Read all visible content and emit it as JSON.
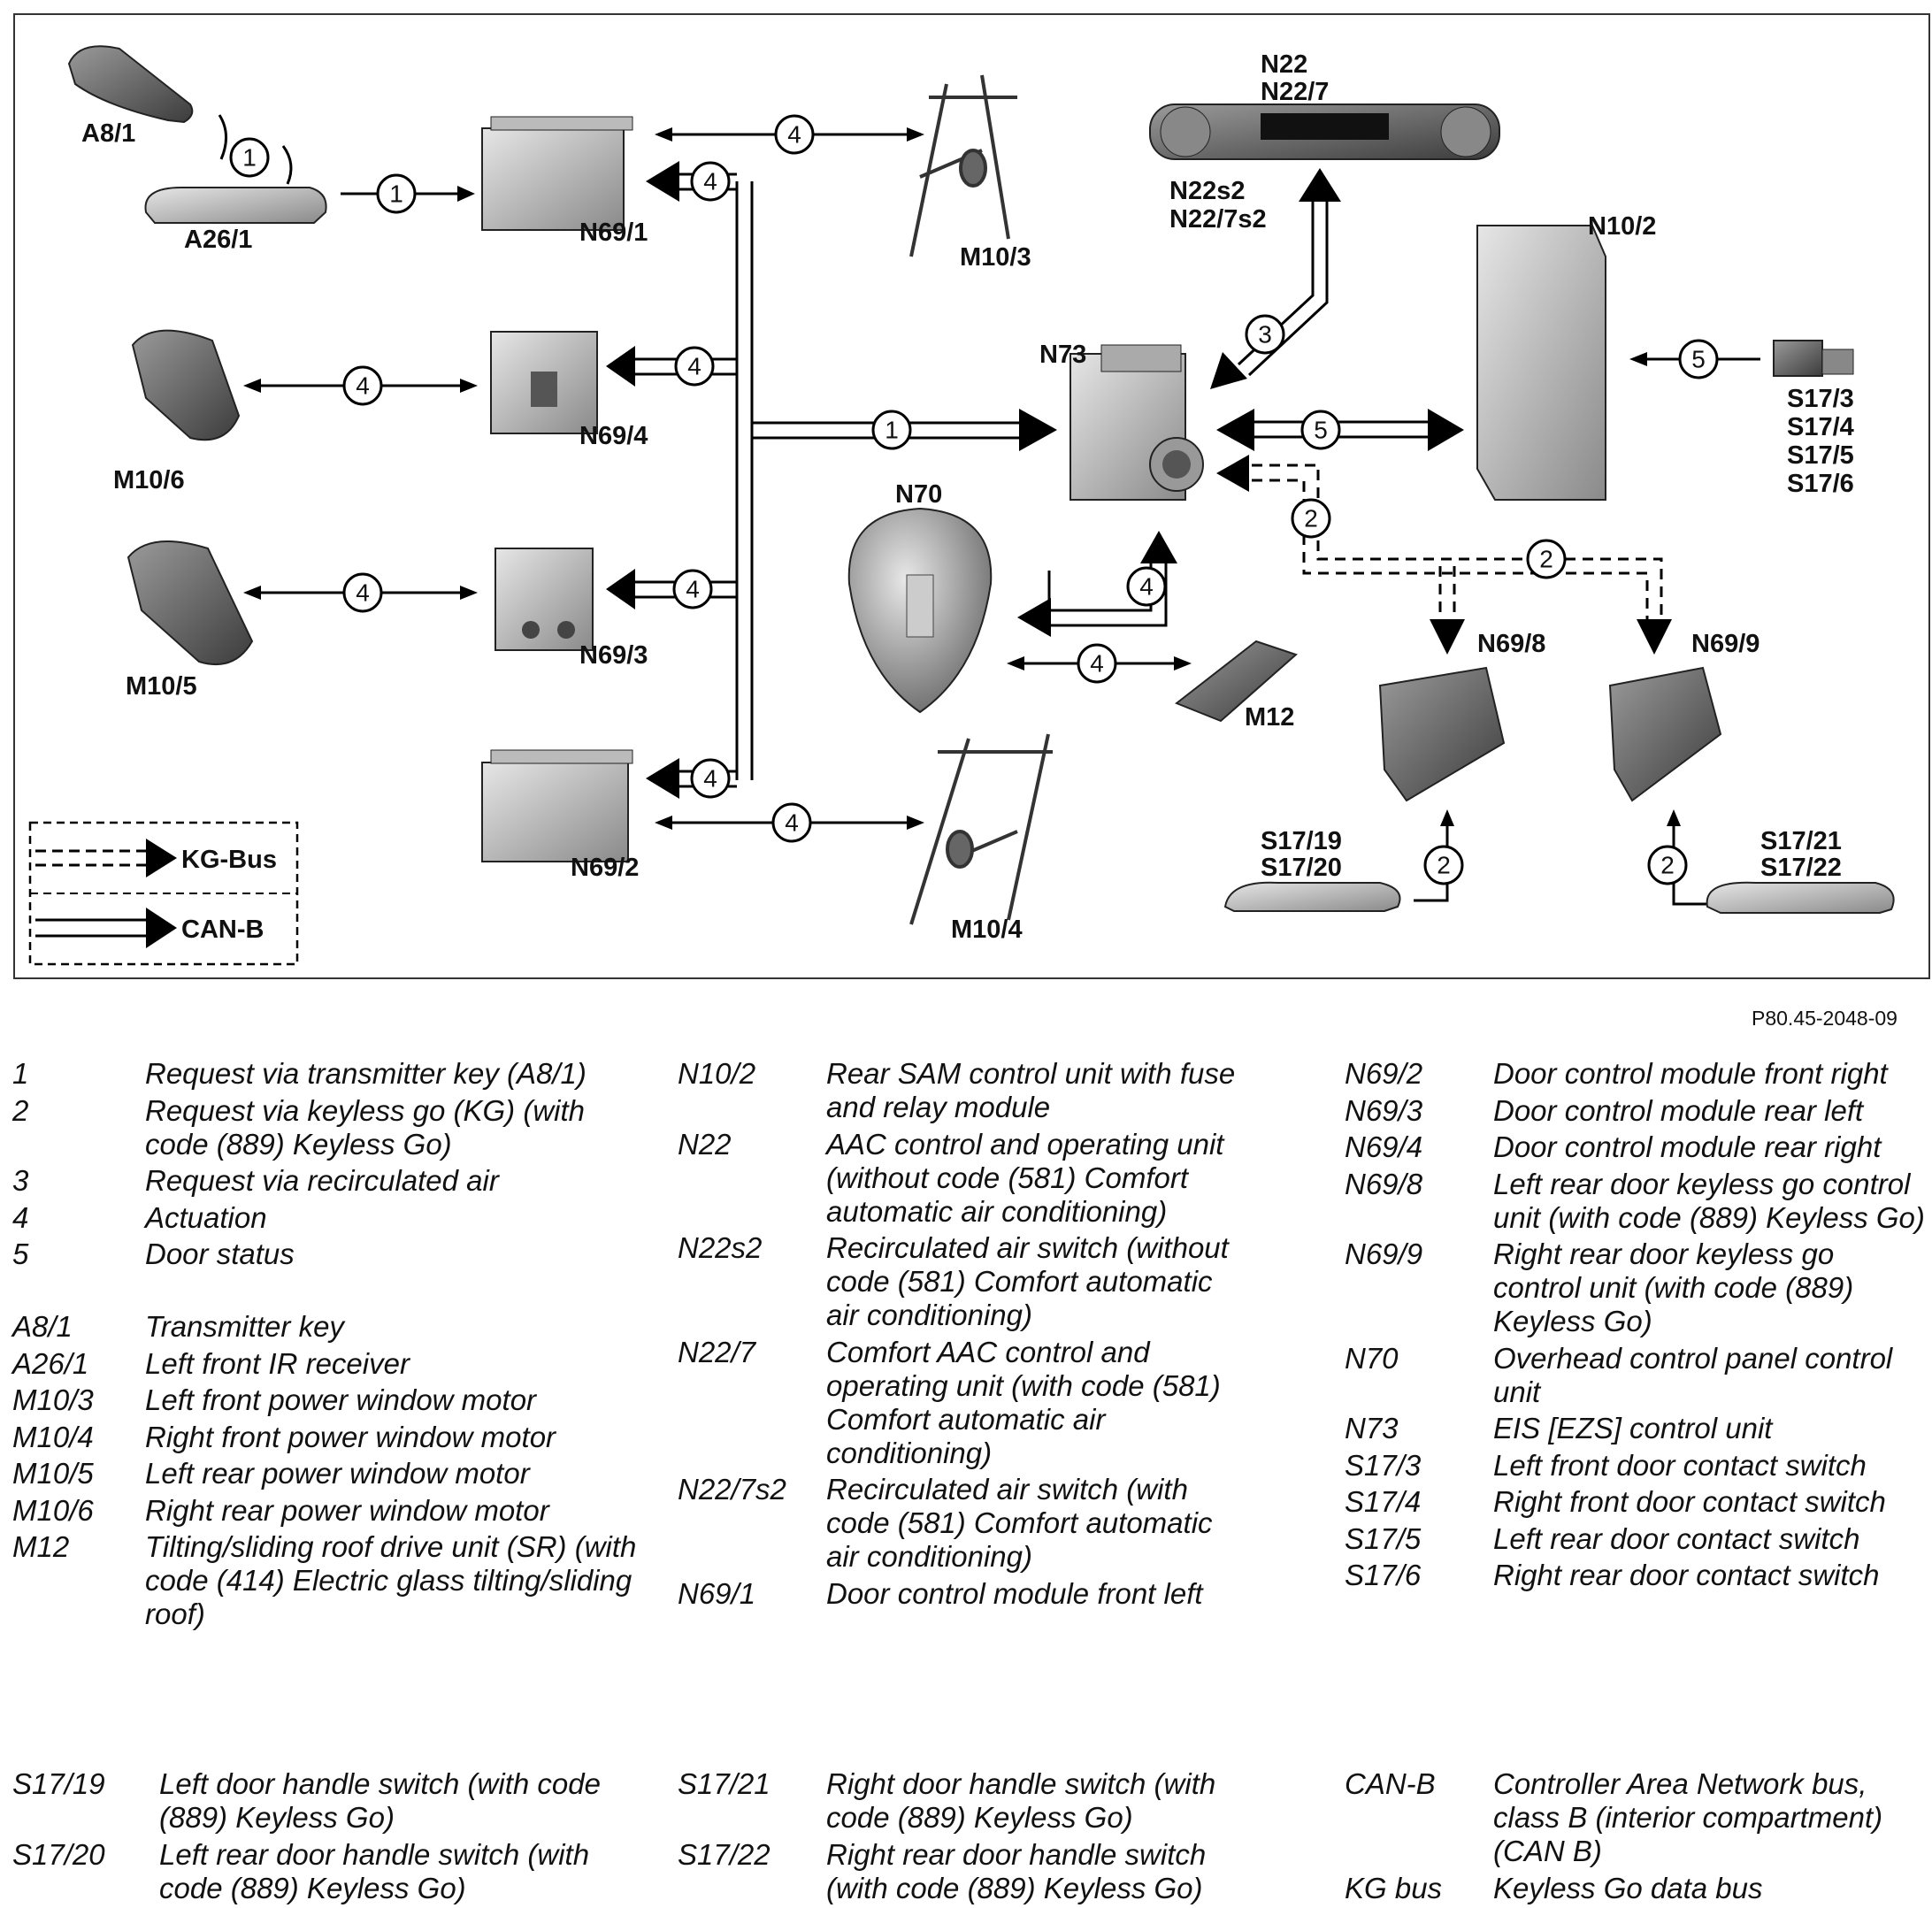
{
  "figure_id": "P80.45-2048-09",
  "components": {
    "a8_1": "A8/1",
    "a26_1": "A26/1",
    "n69_1": "N69/1",
    "n69_4": "N69/4",
    "n69_3": "N69/3",
    "n69_2": "N69/2",
    "m10_3": "M10/3",
    "m10_6": "M10/6",
    "m10_5": "M10/5",
    "m10_4": "M10/4",
    "n22": "N22",
    "n22_7": "N22/7",
    "n22s2": "N22s2",
    "n22_7s2": "N22/7s2",
    "n73": "N73",
    "n70": "N70",
    "m12": "M12",
    "n10_2": "N10/2",
    "s17_3": "S17/3",
    "s17_4": "S17/4",
    "s17_5": "S17/5",
    "s17_6": "S17/6",
    "n69_8": "N69/8",
    "n69_9": "N69/9",
    "s17_19": "S17/19",
    "s17_20": "S17/20",
    "s17_21": "S17/21",
    "s17_22": "S17/22"
  },
  "markers": {
    "one": "1",
    "two": "2",
    "three": "3",
    "four": "4",
    "five": "5"
  },
  "bus_legend": {
    "kg_bus": "KG-Bus",
    "can_b": "CAN-B"
  },
  "legend_col1": [
    {
      "code": "1",
      "desc": "Request via transmitter key (A8/1)"
    },
    {
      "code": "2",
      "desc": "Request via keyless go (KG) (with code (889) Keyless Go)"
    },
    {
      "code": "3",
      "desc": "Request via recirculated air"
    },
    {
      "code": "4",
      "desc": "Actuation"
    },
    {
      "code": "5",
      "desc": "Door status"
    },
    {
      "code": "A8/1",
      "desc": "Transmitter key"
    },
    {
      "code": "A26/1",
      "desc": "Left front IR receiver"
    },
    {
      "code": "M10/3",
      "desc": "Left front power window motor"
    },
    {
      "code": "M10/4",
      "desc": "Right front power window motor"
    },
    {
      "code": "M10/5",
      "desc": "Left rear power window motor"
    },
    {
      "code": "M10/6",
      "desc": "Right rear power window motor"
    },
    {
      "code": "M12",
      "desc": "Tilting/sliding roof drive unit (SR) (with code (414) Electric glass tilting/sliding roof)"
    }
  ],
  "legend_col2": [
    {
      "code": "N10/2",
      "desc": "Rear SAM control unit with fuse and relay module"
    },
    {
      "code": "N22",
      "desc": "AAC control and operating unit (without code (581) Comfort automatic air conditioning)"
    },
    {
      "code": "N22s2",
      "desc": "Recirculated air switch (without code (581) Comfort automatic air conditioning)"
    },
    {
      "code": "N22/7",
      "desc": "Comfort AAC control and operating unit (with code (581) Comfort automatic air conditioning)"
    },
    {
      "code": "N22/7s2",
      "desc": "Recirculated air switch (with code (581) Comfort automatic air conditioning)"
    },
    {
      "code": "N69/1",
      "desc": "Door control module front left"
    }
  ],
  "legend_col3": [
    {
      "code": "N69/2",
      "desc": "Door control module front right"
    },
    {
      "code": "N69/3",
      "desc": "Door control module rear left"
    },
    {
      "code": "N69/4",
      "desc": "Door control module rear right"
    },
    {
      "code": "N69/8",
      "desc": "Left rear door keyless go control unit (with code (889) Keyless Go)"
    },
    {
      "code": "N69/9",
      "desc": "Right rear door keyless go control unit (with code (889) Keyless Go)"
    },
    {
      "code": "N70",
      "desc": "Overhead control panel control unit"
    },
    {
      "code": "N73",
      "desc": "EIS [EZS] control unit"
    },
    {
      "code": "S17/3",
      "desc": "Left front door contact switch"
    },
    {
      "code": "S17/4",
      "desc": "Right front door contact switch"
    },
    {
      "code": "S17/5",
      "desc": "Left rear door contact switch"
    },
    {
      "code": "S17/6",
      "desc": "Right rear door contact switch"
    }
  ],
  "legend_bottom1": [
    {
      "code": "S17/19",
      "desc": "Left door handle switch (with code (889) Keyless Go)"
    },
    {
      "code": "S17/20",
      "desc": "Left rear door handle switch (with code (889) Keyless Go)"
    }
  ],
  "legend_bottom2": [
    {
      "code": "S17/21",
      "desc": "Right door handle switch (with code (889) Keyless Go)"
    },
    {
      "code": "S17/22",
      "desc": "Right rear door handle switch (with code (889) Keyless Go)"
    }
  ],
  "legend_bottom3": [
    {
      "code": "CAN-B",
      "desc": "Controller Area Network bus, class B (interior compartment) (CAN B)"
    },
    {
      "code": "KG bus",
      "desc": "Keyless Go data bus"
    }
  ]
}
